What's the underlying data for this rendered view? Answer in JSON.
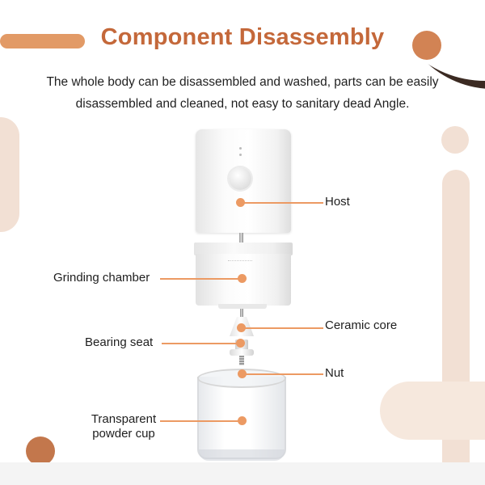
{
  "title": "Component Disassembly",
  "description": "The whole body can be disassembled and washed, parts can be easily disassembled and cleaned, not easy to sanitary dead Angle.",
  "callouts": {
    "host": "Host",
    "grinding_chamber": "Grinding chamber",
    "ceramic_core": "Ceramic core",
    "bearing_seat": "Bearing seat",
    "nut": "Nut",
    "powder_cup_line1": "Transparent",
    "powder_cup_line2": "powder cup"
  },
  "colors": {
    "accent": "#c4683a",
    "callout": "#ec9a63",
    "deco_light": "#f2e0d4"
  }
}
